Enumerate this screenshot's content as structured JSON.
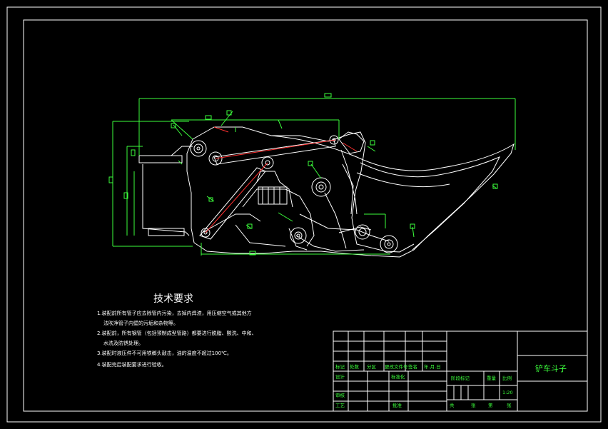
{
  "drawing": {
    "tech_requirements_title": "技术要求",
    "tech_requirements": [
      "1.装配前所有管子应去除管内污染，去掉内焊渣，用压缩空气或其他方",
      "法吹净管子内壁的污垢和杂物等。",
      "2.装配前，所有钢管（包括预制成型管路）都要进行脱脂、酸洗、中和、",
      "水洗及防锈处理。",
      "3.装配时液压件不可用铁榔头敲击，油的温度不超过100℃。",
      "4.装配完后装配要求进行验收。"
    ]
  },
  "title_block": {
    "drawing_name": "铲车斗子",
    "scale": "1:20",
    "row_labels": [
      "标记",
      "处数",
      "分区",
      "更改文件号",
      "签名",
      "年.月.日"
    ],
    "design_label": "设计",
    "standardize_label": "标准化",
    "stage_mark_label": "阶段标记",
    "weight_label": "重量",
    "scale_label": "比例",
    "review_label": "审核",
    "process_label": "工艺",
    "approve_label": "批准",
    "sheet_info": [
      "共",
      "张",
      "第",
      "张"
    ]
  },
  "colors": {
    "background": "#000000",
    "frame": "#ffffff",
    "dimension": "#3cff3c",
    "centerline": "#ff3030"
  }
}
